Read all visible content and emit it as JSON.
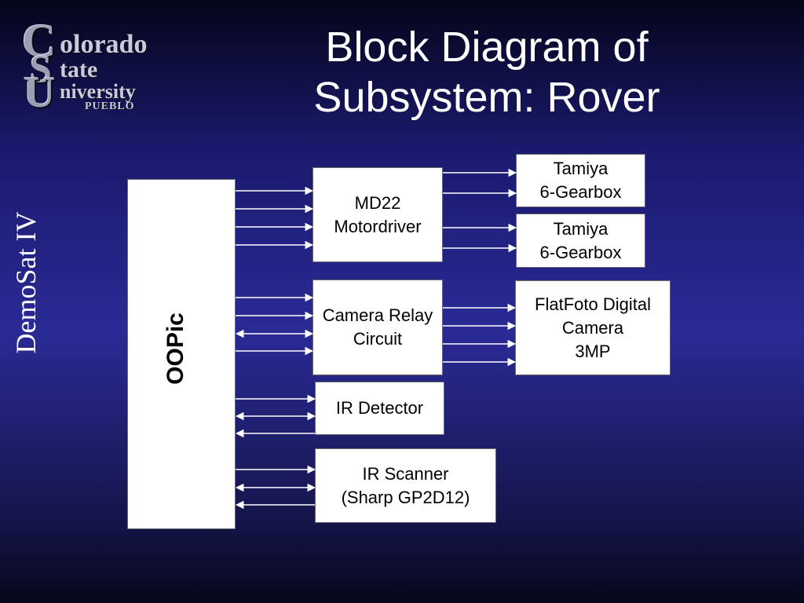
{
  "slide": {
    "title_line1": "Block Diagram of",
    "title_line2": "Subsystem: Rover",
    "side_label": "DemoSat IV"
  },
  "logo": {
    "c": "C",
    "olorado": "olorado",
    "s": "S",
    "tate": "tate",
    "u": "U",
    "niversity": "niversity",
    "pueblo": "PUEBLO"
  },
  "diagram": {
    "oopic": "OOPic",
    "md22": "MD22\nMotordriver",
    "camera_relay": "Camera Relay\nCircuit",
    "ir_detector": "IR Detector",
    "ir_scanner": "IR Scanner\n(Sharp GP2D12)",
    "gearbox1": "Tamiya\n6-Gearbox",
    "gearbox2": "Tamiya\n6-Gearbox",
    "camera": "FlatFoto Digital\nCamera\n3MP"
  },
  "colors": {
    "arrow": "#ffffff",
    "box_fill": "#ffffff",
    "title": "#ffffff"
  }
}
